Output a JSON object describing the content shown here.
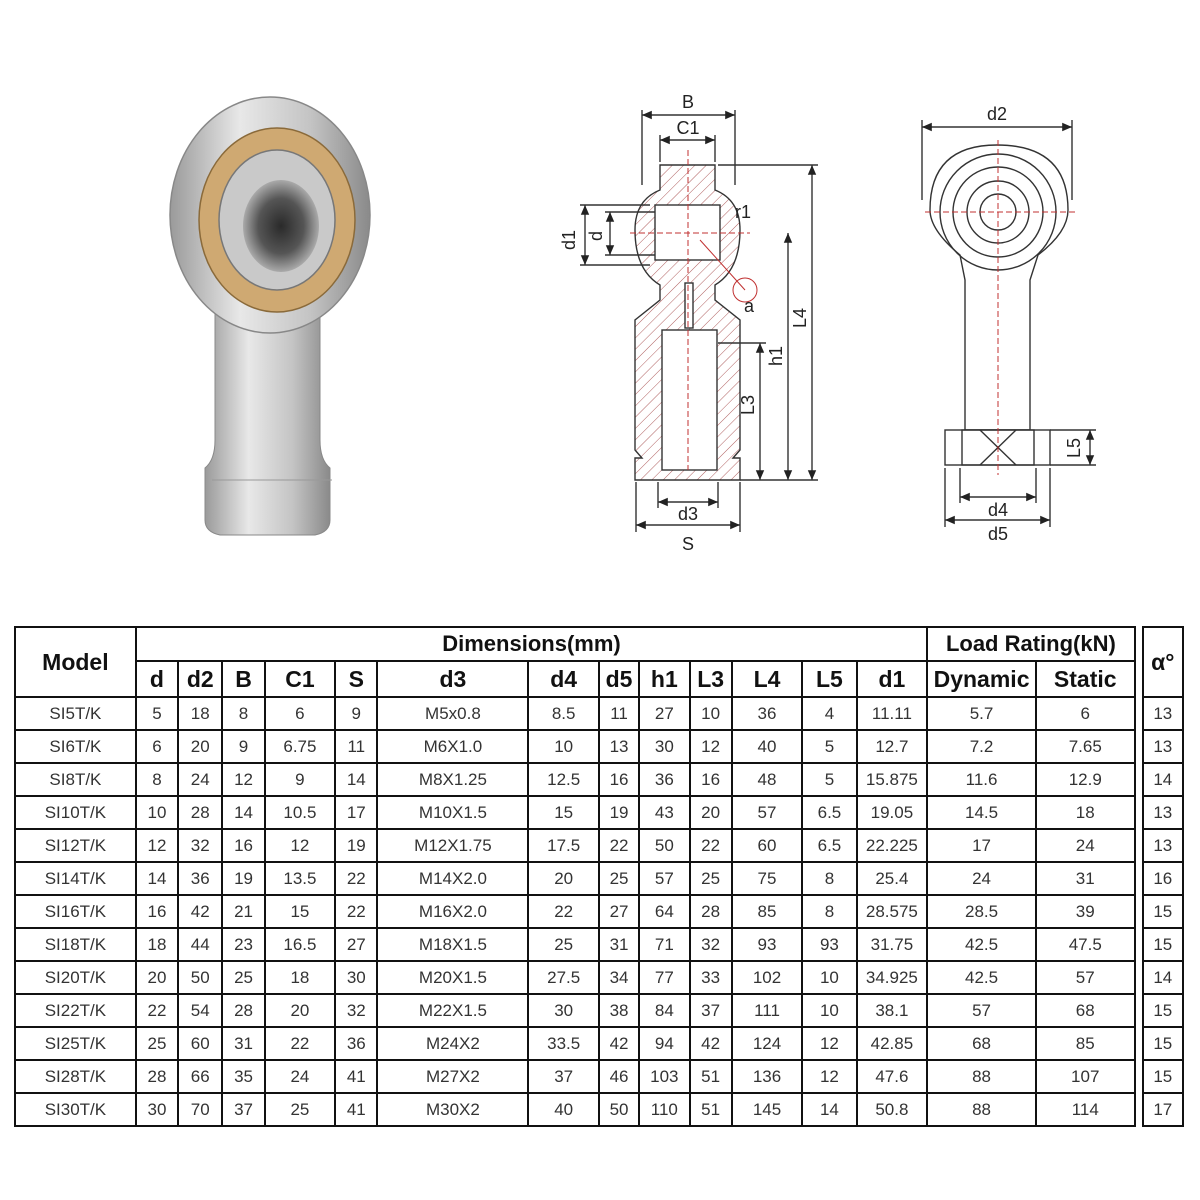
{
  "drawing_labels": {
    "side": {
      "B": "B",
      "C1": "C1",
      "d1": "d1",
      "d": "d",
      "r1": "r1",
      "a": "a",
      "L4": "L4",
      "h1": "h1",
      "L3": "L3",
      "d3": "d3",
      "S": "S"
    },
    "front": {
      "d2": "d2",
      "L5": "L5",
      "d4": "d4",
      "d5": "d5"
    }
  },
  "table": {
    "model_header": "Model",
    "dimensions_header": "Dimensions(mm)",
    "load_header": "Load Rating(kN)",
    "alpha_header": "α°",
    "dim_columns": [
      "d",
      "d2",
      "B",
      "C1",
      "S",
      "d3",
      "d4",
      "d5",
      "h1",
      "L3",
      "L4",
      "L5",
      "d1"
    ],
    "load_columns": [
      "Dynamic",
      "Static"
    ],
    "rows": [
      [
        "SI5T/K",
        "5",
        "18",
        "8",
        "6",
        "9",
        "M5x0.8",
        "8.5",
        "11",
        "27",
        "10",
        "36",
        "4",
        "11.11",
        "5.7",
        "6",
        "13"
      ],
      [
        "SI6T/K",
        "6",
        "20",
        "9",
        "6.75",
        "11",
        "M6X1.0",
        "10",
        "13",
        "30",
        "12",
        "40",
        "5",
        "12.7",
        "7.2",
        "7.65",
        "13"
      ],
      [
        "SI8T/K",
        "8",
        "24",
        "12",
        "9",
        "14",
        "M8X1.25",
        "12.5",
        "16",
        "36",
        "16",
        "48",
        "5",
        "15.875",
        "11.6",
        "12.9",
        "14"
      ],
      [
        "SI10T/K",
        "10",
        "28",
        "14",
        "10.5",
        "17",
        "M10X1.5",
        "15",
        "19",
        "43",
        "20",
        "57",
        "6.5",
        "19.05",
        "14.5",
        "18",
        "13"
      ],
      [
        "SI12T/K",
        "12",
        "32",
        "16",
        "12",
        "19",
        "M12X1.75",
        "17.5",
        "22",
        "50",
        "22",
        "60",
        "6.5",
        "22.225",
        "17",
        "24",
        "13"
      ],
      [
        "SI14T/K",
        "14",
        "36",
        "19",
        "13.5",
        "22",
        "M14X2.0",
        "20",
        "25",
        "57",
        "25",
        "75",
        "8",
        "25.4",
        "24",
        "31",
        "16"
      ],
      [
        "SI16T/K",
        "16",
        "42",
        "21",
        "15",
        "22",
        "M16X2.0",
        "22",
        "27",
        "64",
        "28",
        "85",
        "8",
        "28.575",
        "28.5",
        "39",
        "15"
      ],
      [
        "SI18T/K",
        "18",
        "44",
        "23",
        "16.5",
        "27",
        "M18X1.5",
        "25",
        "31",
        "71",
        "32",
        "93",
        "93",
        "31.75",
        "42.5",
        "47.5",
        "15"
      ],
      [
        "SI20T/K",
        "20",
        "50",
        "25",
        "18",
        "30",
        "M20X1.5",
        "27.5",
        "34",
        "77",
        "33",
        "102",
        "10",
        "34.925",
        "42.5",
        "57",
        "14"
      ],
      [
        "SI22T/K",
        "22",
        "54",
        "28",
        "20",
        "32",
        "M22X1.5",
        "30",
        "38",
        "84",
        "37",
        "111",
        "10",
        "38.1",
        "57",
        "68",
        "15"
      ],
      [
        "SI25T/K",
        "25",
        "60",
        "31",
        "22",
        "36",
        "M24X2",
        "33.5",
        "42",
        "94",
        "42",
        "124",
        "12",
        "42.85",
        "68",
        "85",
        "15"
      ],
      [
        "SI28T/K",
        "28",
        "66",
        "35",
        "24",
        "41",
        "M27X2",
        "37",
        "46",
        "103",
        "51",
        "136",
        "12",
        "47.6",
        "88",
        "107",
        "15"
      ],
      [
        "SI30T/K",
        "30",
        "70",
        "37",
        "25",
        "41",
        "M30X2",
        "40",
        "50",
        "110",
        "51",
        "145",
        "14",
        "50.8",
        "88",
        "114",
        "17"
      ]
    ]
  }
}
